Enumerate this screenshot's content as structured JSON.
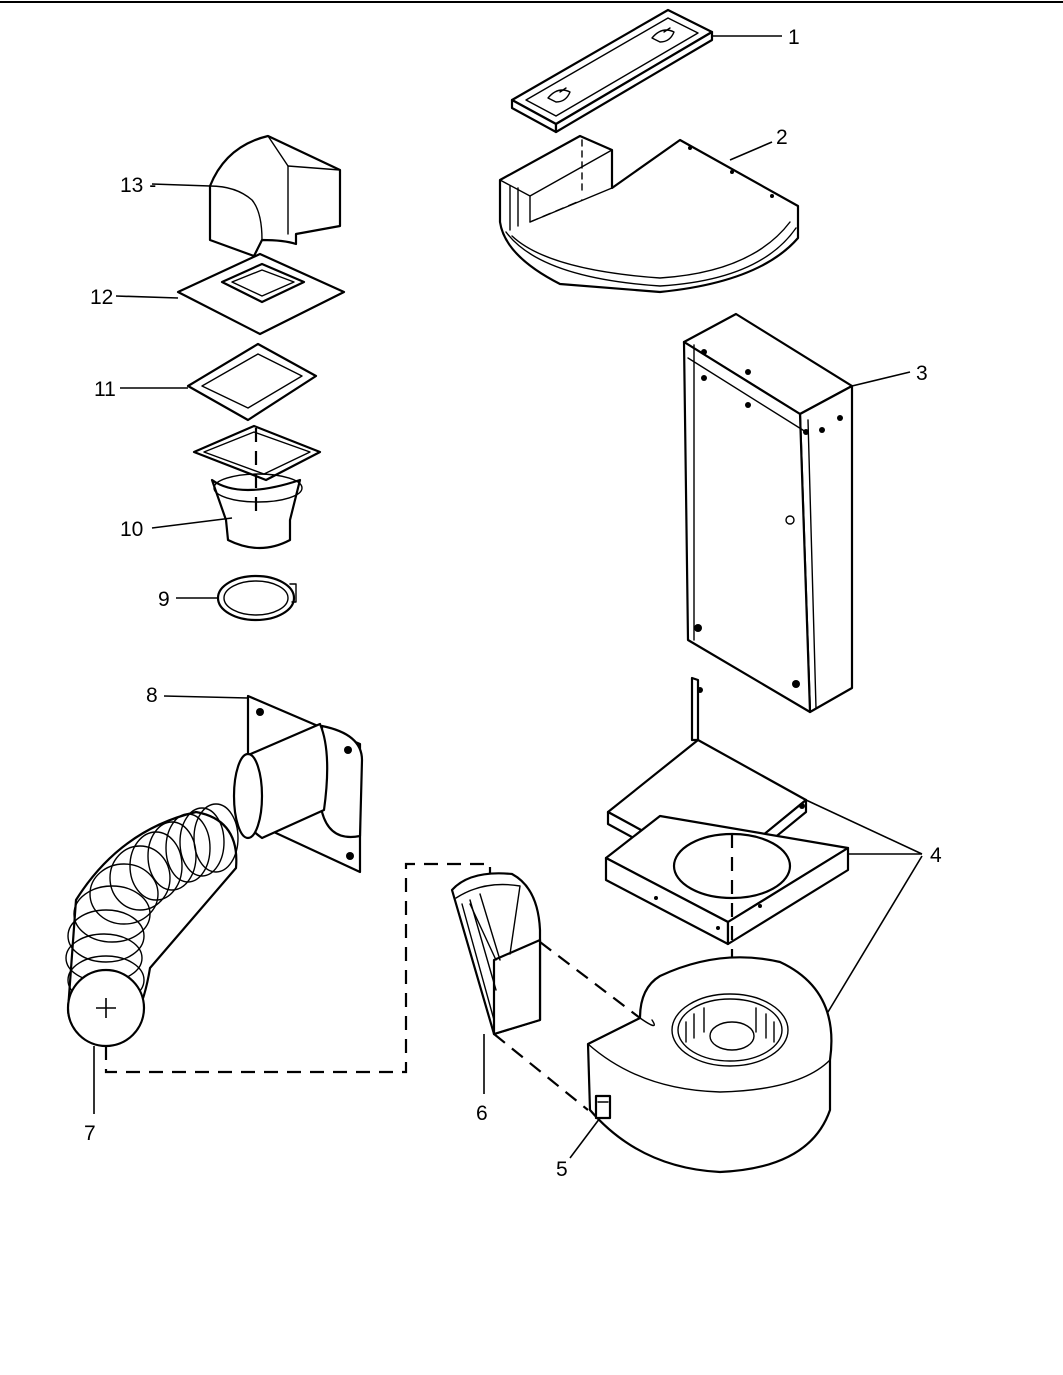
{
  "callouts": {
    "c1": "1",
    "c2": "2",
    "c3": "3",
    "c4": "4",
    "c5": "5",
    "c6": "6",
    "c7": "7",
    "c8": "8",
    "c9": "9",
    "c10": "10",
    "c11": "11",
    "c12": "12",
    "c13": "13 -"
  },
  "colors": {
    "line": "#000000",
    "background": "#ffffff"
  }
}
